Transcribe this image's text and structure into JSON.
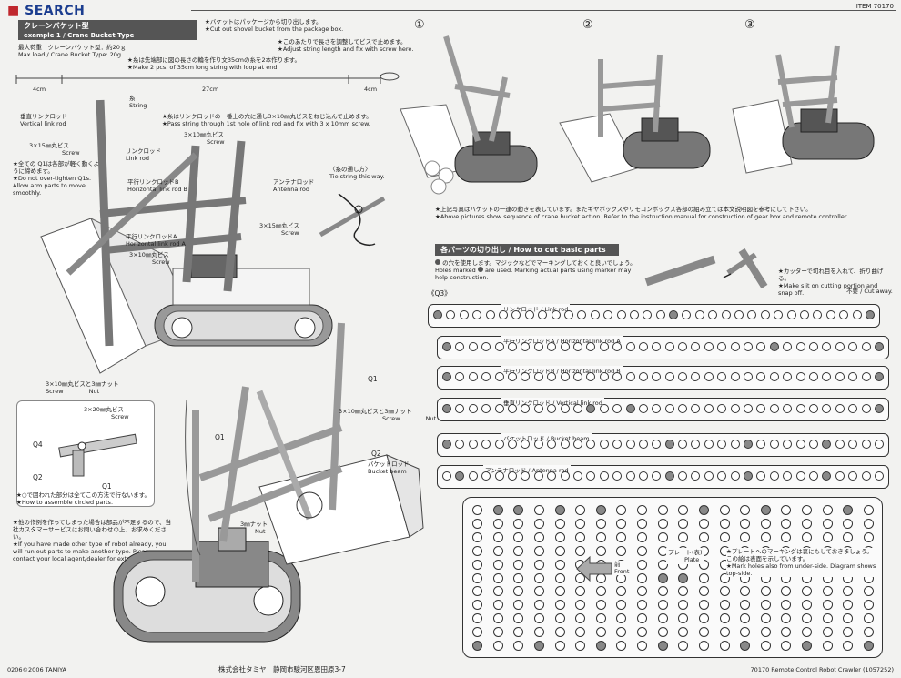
{
  "watermark": "SEARCH",
  "item_no": "ITEM 70170",
  "crane_section": {
    "title_jp": "クレーンバケット型",
    "title_en": "example 1 / Crane Bucket Type",
    "max_load_jp": "最大荷重　クレーンバケット型：約20ｇ",
    "max_load_en": "Max load / Crane Bucket Type: 20g",
    "note1_jp": "★バケットはパッケージから切り出します。",
    "note1_en": "★Cut out shovel bucket from the package box.",
    "note2_jp": "★このあたりで長さを調整してビスで止めます。",
    "note2_en": "★Adjust string length and fix with screw here.",
    "note3_jp": "★糸は先端部に図の長さの輪を作り文35cmの糸を2本作ります。",
    "note3_en": "★Make 2 pcs. of 35cm long string with loop at end.",
    "dim_left": "4cm",
    "dim_mid": "27cm",
    "dim_right": "4cm"
  },
  "labels": {
    "vertical_link_jp": "垂直リンクロッド",
    "vertical_link_en": "Vertical link rod",
    "string_jp": "糸",
    "string_en": "String",
    "pass_string_jp": "★糸はリンクロッドの一番上の穴に通し3×10㎜丸ビスをねじ込んで止めます。",
    "pass_string_en": "★Pass string through 1st hole of link rod and fix with 3 x 10mm screw.",
    "screw_3x10": "3×10㎜丸ビス",
    "screw_en": "Screw",
    "screw_3x15": "3×15㎜丸ビス",
    "q1_note_jp": "★全ての Q1は各部が軽く動くように締めます。",
    "q1_note_en": "★Do not over-tighten Q1s. Allow arm parts to move smoothly.",
    "link_rod_jp": "リンクロッド",
    "link_rod_en": "Link rod",
    "hlink_b_jp": "平行リンクロッドB",
    "hlink_b_en": "Horizontal link rod B",
    "antenna_jp": "アンテナロッド",
    "antenna_en": "Antenna rod",
    "tie_jp": "〈糸の通し方〉",
    "tie_en": "Tie string this way.",
    "hlink_a_jp": "平行リンクロッドA",
    "hlink_a_en": "Horizontal link rod A",
    "screw_nut_jp": "3×10㎜丸ビスと3㎜ナット",
    "screw_nut_en": "Screw",
    "nut_en": "Nut",
    "screw_3x20": "3×20㎜丸ビス",
    "q1": "Q1",
    "q2": "Q2",
    "q4": "Q4",
    "circled_jp": "★○で囲われた部分は全てこの方法で行ないます。",
    "circled_en": "★How to assemble circled parts.",
    "service_jp": "★他の作例を作ってしまった場合は部品が不足するので、当社カスタマーサービスにお問い合わせの上、お求めください。",
    "service_en": "★If you have made other type of robot already, you will run out parts to make another type. Please contact your local agent/dealer for extra parts.",
    "bucket_beam_jp": "バケットロッド",
    "bucket_beam_en": "Bucket beam",
    "nut_3mm": "3㎜ナット",
    "tamiya": "TAMIYA"
  },
  "sequence": {
    "steps": [
      "①",
      "②",
      "③"
    ],
    "caption_jp": "★上記写真はバケットの一連の動きを表しています。またギヤボックスやリモコンボックス各部の組み立ては本文説明図を参考にして下さい。",
    "caption_en": "★Above pictures show sequence of crane bucket action. Refer to the instruction manual for construction of gear box and remote controller."
  },
  "cutting": {
    "title": "各パーツの切り出し / How to cut basic parts",
    "holes_jp": "の穴を使用します。マジックなどでマーキングしておくと良いでしょう。",
    "holes_en1": "Holes marked",
    "holes_en2": "are used. Marking actual parts using marker may help construction.",
    "cutter_jp": "★カッターで切れ目を入れて、折り曲げる。",
    "cutter_en": "★Make slit on cutting portion and snap off.",
    "cut_away": "不要 / Cut away.",
    "q3": "《Q3》",
    "rods": [
      {
        "label": "リンクロッド / Link rod"
      },
      {
        "label": "平行リンクロッドA / Horizontal link rod A"
      },
      {
        "label": "平行リンクロッドB / Horizontal link rod B"
      },
      {
        "label": "垂直リンクロッド / Vertical link rod"
      },
      {
        "label": "バケットロッド / Bucket beam"
      },
      {
        "label": "アンテナロッド / Antenna rod"
      }
    ],
    "plate_jp": "プレート(表)",
    "plate_en": "Plate",
    "front_jp": "前",
    "front_en": "Front",
    "mark_note_jp": "★プレートへのマーキングは裏にもしておきましょう。この絵は表面を示しています。",
    "mark_note_en": "★Mark holes also from under-side. Diagram shows top-side."
  },
  "footer": {
    "left": "0206©2006 TAMIYA",
    "center": "株式会社タミヤ　静岡市駿河区恩田原3-7",
    "right": "70170 Remote Control Robot Crawler (1057252)"
  }
}
